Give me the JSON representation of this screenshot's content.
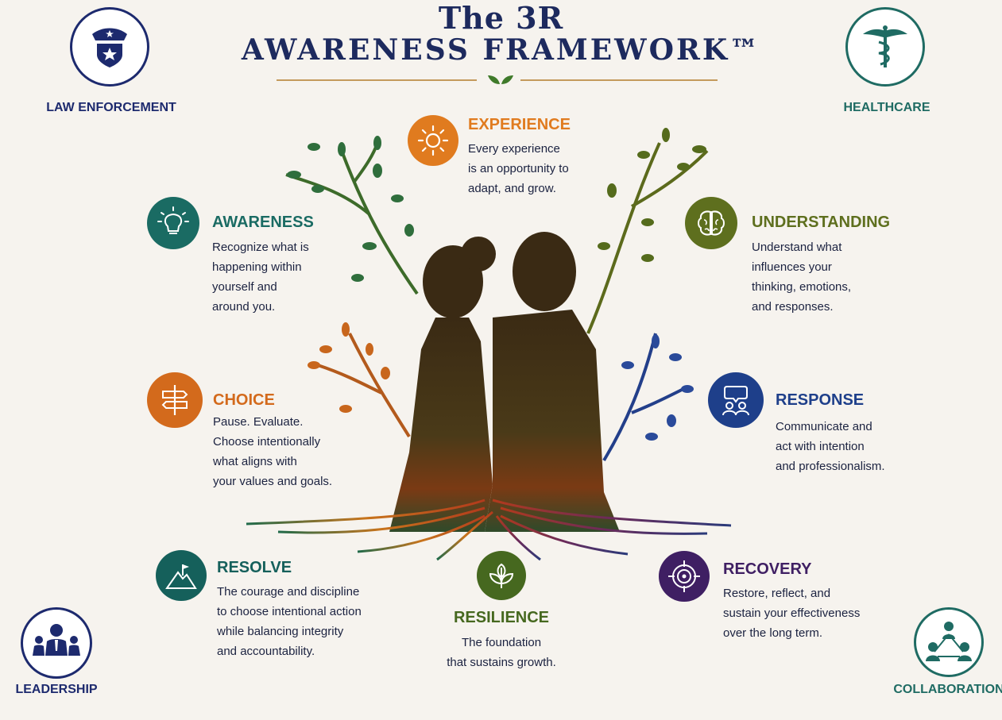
{
  "title": {
    "line1": "The 3R",
    "line2": "AWARENESS FRAMEWORK™"
  },
  "corners": {
    "law_enforcement": {
      "label": "LAW ENFORCEMENT",
      "icon": "police-badge-icon",
      "color": "#1d2a6e"
    },
    "healthcare": {
      "label": "HEALTHCARE",
      "icon": "caduceus-icon",
      "color": "#1f6b63"
    },
    "leadership": {
      "label": "LEADERSHIP",
      "icon": "leader-team-icon",
      "color": "#1d2a6e"
    },
    "collaboration": {
      "label": "COLLABORATION",
      "icon": "network-people-icon",
      "color": "#1f6b63"
    }
  },
  "pillars": {
    "experience": {
      "title": "EXPERIENCE",
      "icon": "sun-icon",
      "color": "#e07b1f",
      "lines": [
        "Every experience",
        "is an opportunity to",
        "adapt, and grow."
      ]
    },
    "awareness": {
      "title": "AWARENESS",
      "icon": "lightbulb-icon",
      "color": "#1a6b63",
      "lines": [
        "Recognize what is",
        "happening within",
        "yourself and",
        "around you."
      ]
    },
    "understanding": {
      "title": "UNDERSTANDING",
      "icon": "brain-icon",
      "color": "#5e6f1e",
      "lines": [
        "Understand what",
        "influences your",
        "thinking, emotions,",
        "and responses."
      ]
    },
    "choice": {
      "title": "CHOICE",
      "icon": "signpost-icon",
      "color": "#d36a1c",
      "lines": [
        "Pause. Evaluate.",
        "Choose intentionally",
        "what aligns with",
        "your values and goals."
      ]
    },
    "response": {
      "title": "RESPONSE",
      "icon": "conversation-icon",
      "color": "#1e3f8a",
      "lines": [
        "Communicate and",
        "act with intention",
        "and professionalism."
      ]
    },
    "resolve": {
      "title": "RESOLVE",
      "icon": "mountain-flag-icon",
      "color": "#15605b",
      "lines": [
        "The courage and discipline",
        "to choose intentional action",
        "while balancing integrity",
        "and accountability."
      ]
    },
    "resilience": {
      "title": "RESILIENCE",
      "icon": "sprout-icon",
      "color": "#46681f",
      "lines": [
        "The foundation",
        "that sustains growth."
      ]
    },
    "recovery": {
      "title": "RECOVERY",
      "icon": "target-icon",
      "color": "#3f1f63",
      "lines": [
        "Restore, reflect, and",
        "sustain your effectiveness",
        "over the long term."
      ]
    }
  }
}
